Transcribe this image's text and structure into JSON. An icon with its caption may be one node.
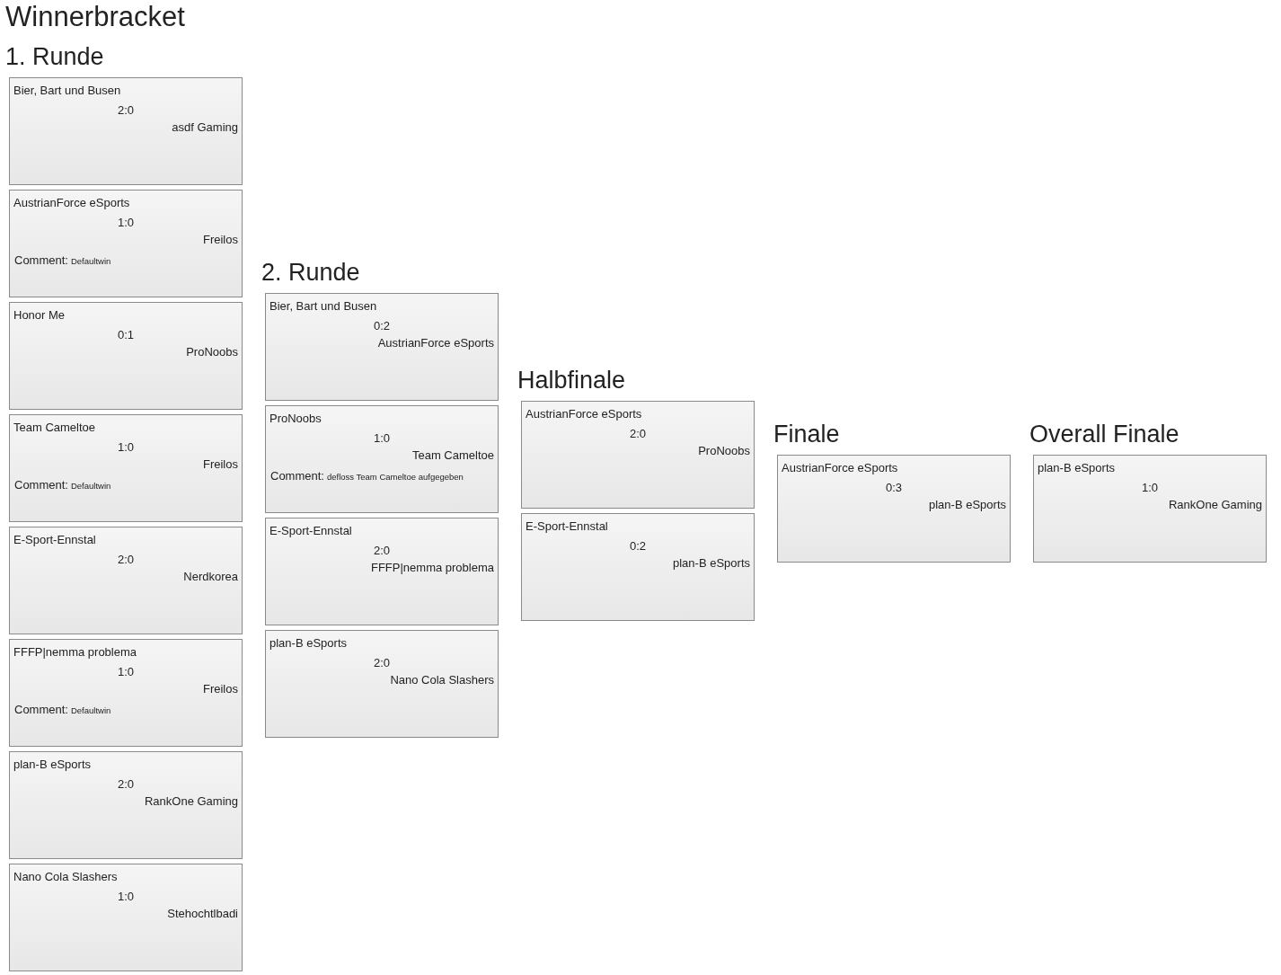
{
  "diagram": {
    "title": "Winnerbracket",
    "nodes": [
      {
        "text": [
          "Bier, Bart und Busen",
          "2:0",
          "asdf Gaming"
        ]
      },
      {
        "text": [
          "AustrianForce eSports",
          "1:0",
          "Freilos",
          "Comment:",
          "Defaultwin"
        ]
      },
      {
        "text": [
          "Honor Me",
          "0:1",
          "ProNoobs"
        ]
      },
      {
        "text": [
          "Team Cameltoe",
          "1:0",
          "Freilos",
          "Comment:",
          "Defaultwin"
        ]
      },
      {
        "text": [
          "E-Sport-Ennstal",
          "2:0",
          "Nerdkorea"
        ]
      },
      {
        "text": [
          "FFFP|nemma problema",
          "1:0",
          "Freilos",
          "Comment:",
          "Defaultwin"
        ]
      },
      {
        "text": [
          "plan-B eSports",
          "2:0",
          "RankOne Gaming"
        ]
      },
      {
        "text": [
          "Nano Cola Slashers",
          "1:0",
          "Stehochtlbadi"
        ]
      },
      {
        "text": [
          "Bier, Bart und Busen",
          "0:2",
          "AustrianForce eSports"
        ]
      },
      {
        "text": [
          "ProNoobs",
          "1:0",
          "Team Cameltoe",
          "Comment:",
          "defloss Team Cameltoe aufgegeben"
        ]
      },
      {
        "text": [
          "E-Sport-Ennstal",
          "2:0",
          "FFFP|nemma problema"
        ]
      },
      {
        "text": [
          "plan-B eSports",
          "2:0",
          "Nano Cola Slashers"
        ]
      },
      {
        "text": [
          "AustrianForce eSports",
          "2:0",
          "ProNoobs"
        ]
      },
      {
        "text": [
          "E-Sport-Ennstal",
          "0:2",
          "plan-B eSports"
        ]
      },
      {
        "text": [
          "AustrianForce eSports",
          "0:3",
          "plan-B eSports"
        ]
      },
      {
        "text": [
          "plan-B eSports",
          "1:0",
          "RankOne Gaming"
        ]
      }
    ],
    "labels": [
      "1. Runde",
      "2. Runde",
      "Halbfinale",
      "Finale",
      "Overall Finale"
    ]
  }
}
